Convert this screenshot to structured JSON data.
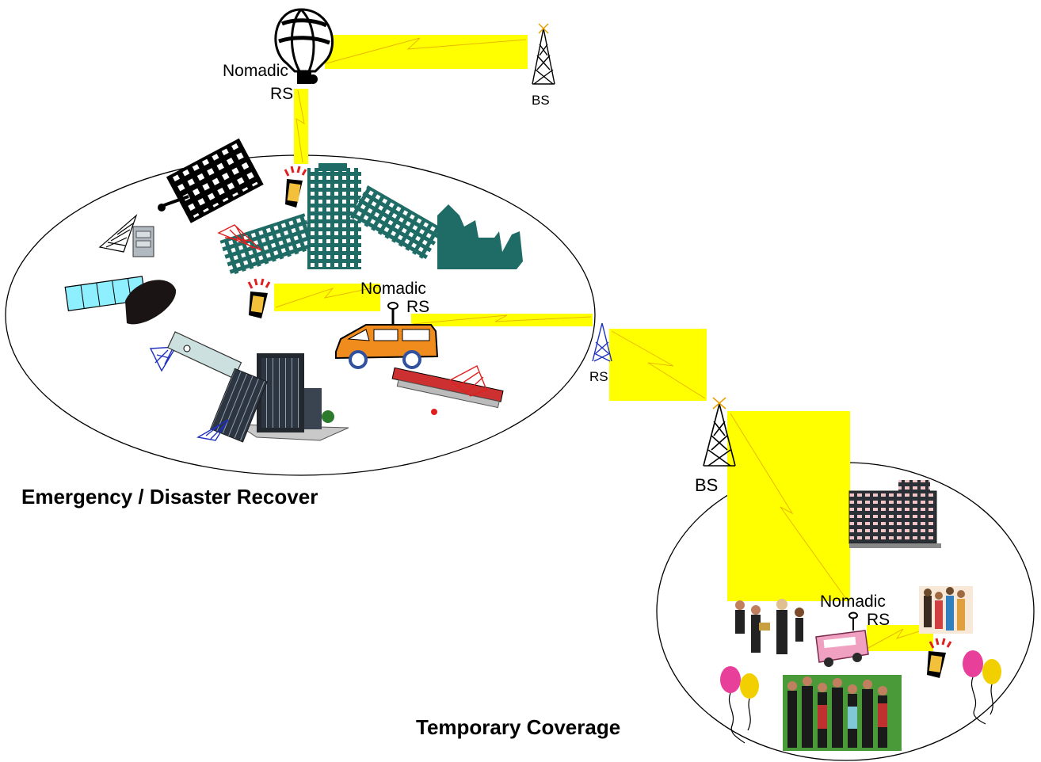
{
  "labels": {
    "balloon_nomadic": "Nomadic",
    "balloon_rs": "RS",
    "bs_top": "BS",
    "van_nomadic": "Nomadic",
    "van_rs": "RS",
    "rs_mid": "RS",
    "bs_mid": "BS",
    "bus_nomadic": "Nomadic",
    "bus_rs": "RS"
  },
  "captions": {
    "emergency": "Emergency / Disaster Recover",
    "temporary": "Temporary Coverage"
  },
  "colors": {
    "link_fill": "#ffff00",
    "lightning": "#e8b800",
    "building_teal": "#1f6b66",
    "tower_black": "#000000",
    "tower_red": "#e02020",
    "tower_blue": "#2030c0",
    "van_orange": "#f08c1e",
    "bus_pink": "#f0a0c0",
    "solar_cyan": "#8ef0ff"
  },
  "icons": [
    "hot-air-balloon-icon",
    "cell-tower-icon",
    "mobile-phone-icon",
    "building-icon",
    "van-icon",
    "bus-icon",
    "satellite-icon",
    "party-people-icon",
    "balloons-icon",
    "hotel-icon"
  ]
}
